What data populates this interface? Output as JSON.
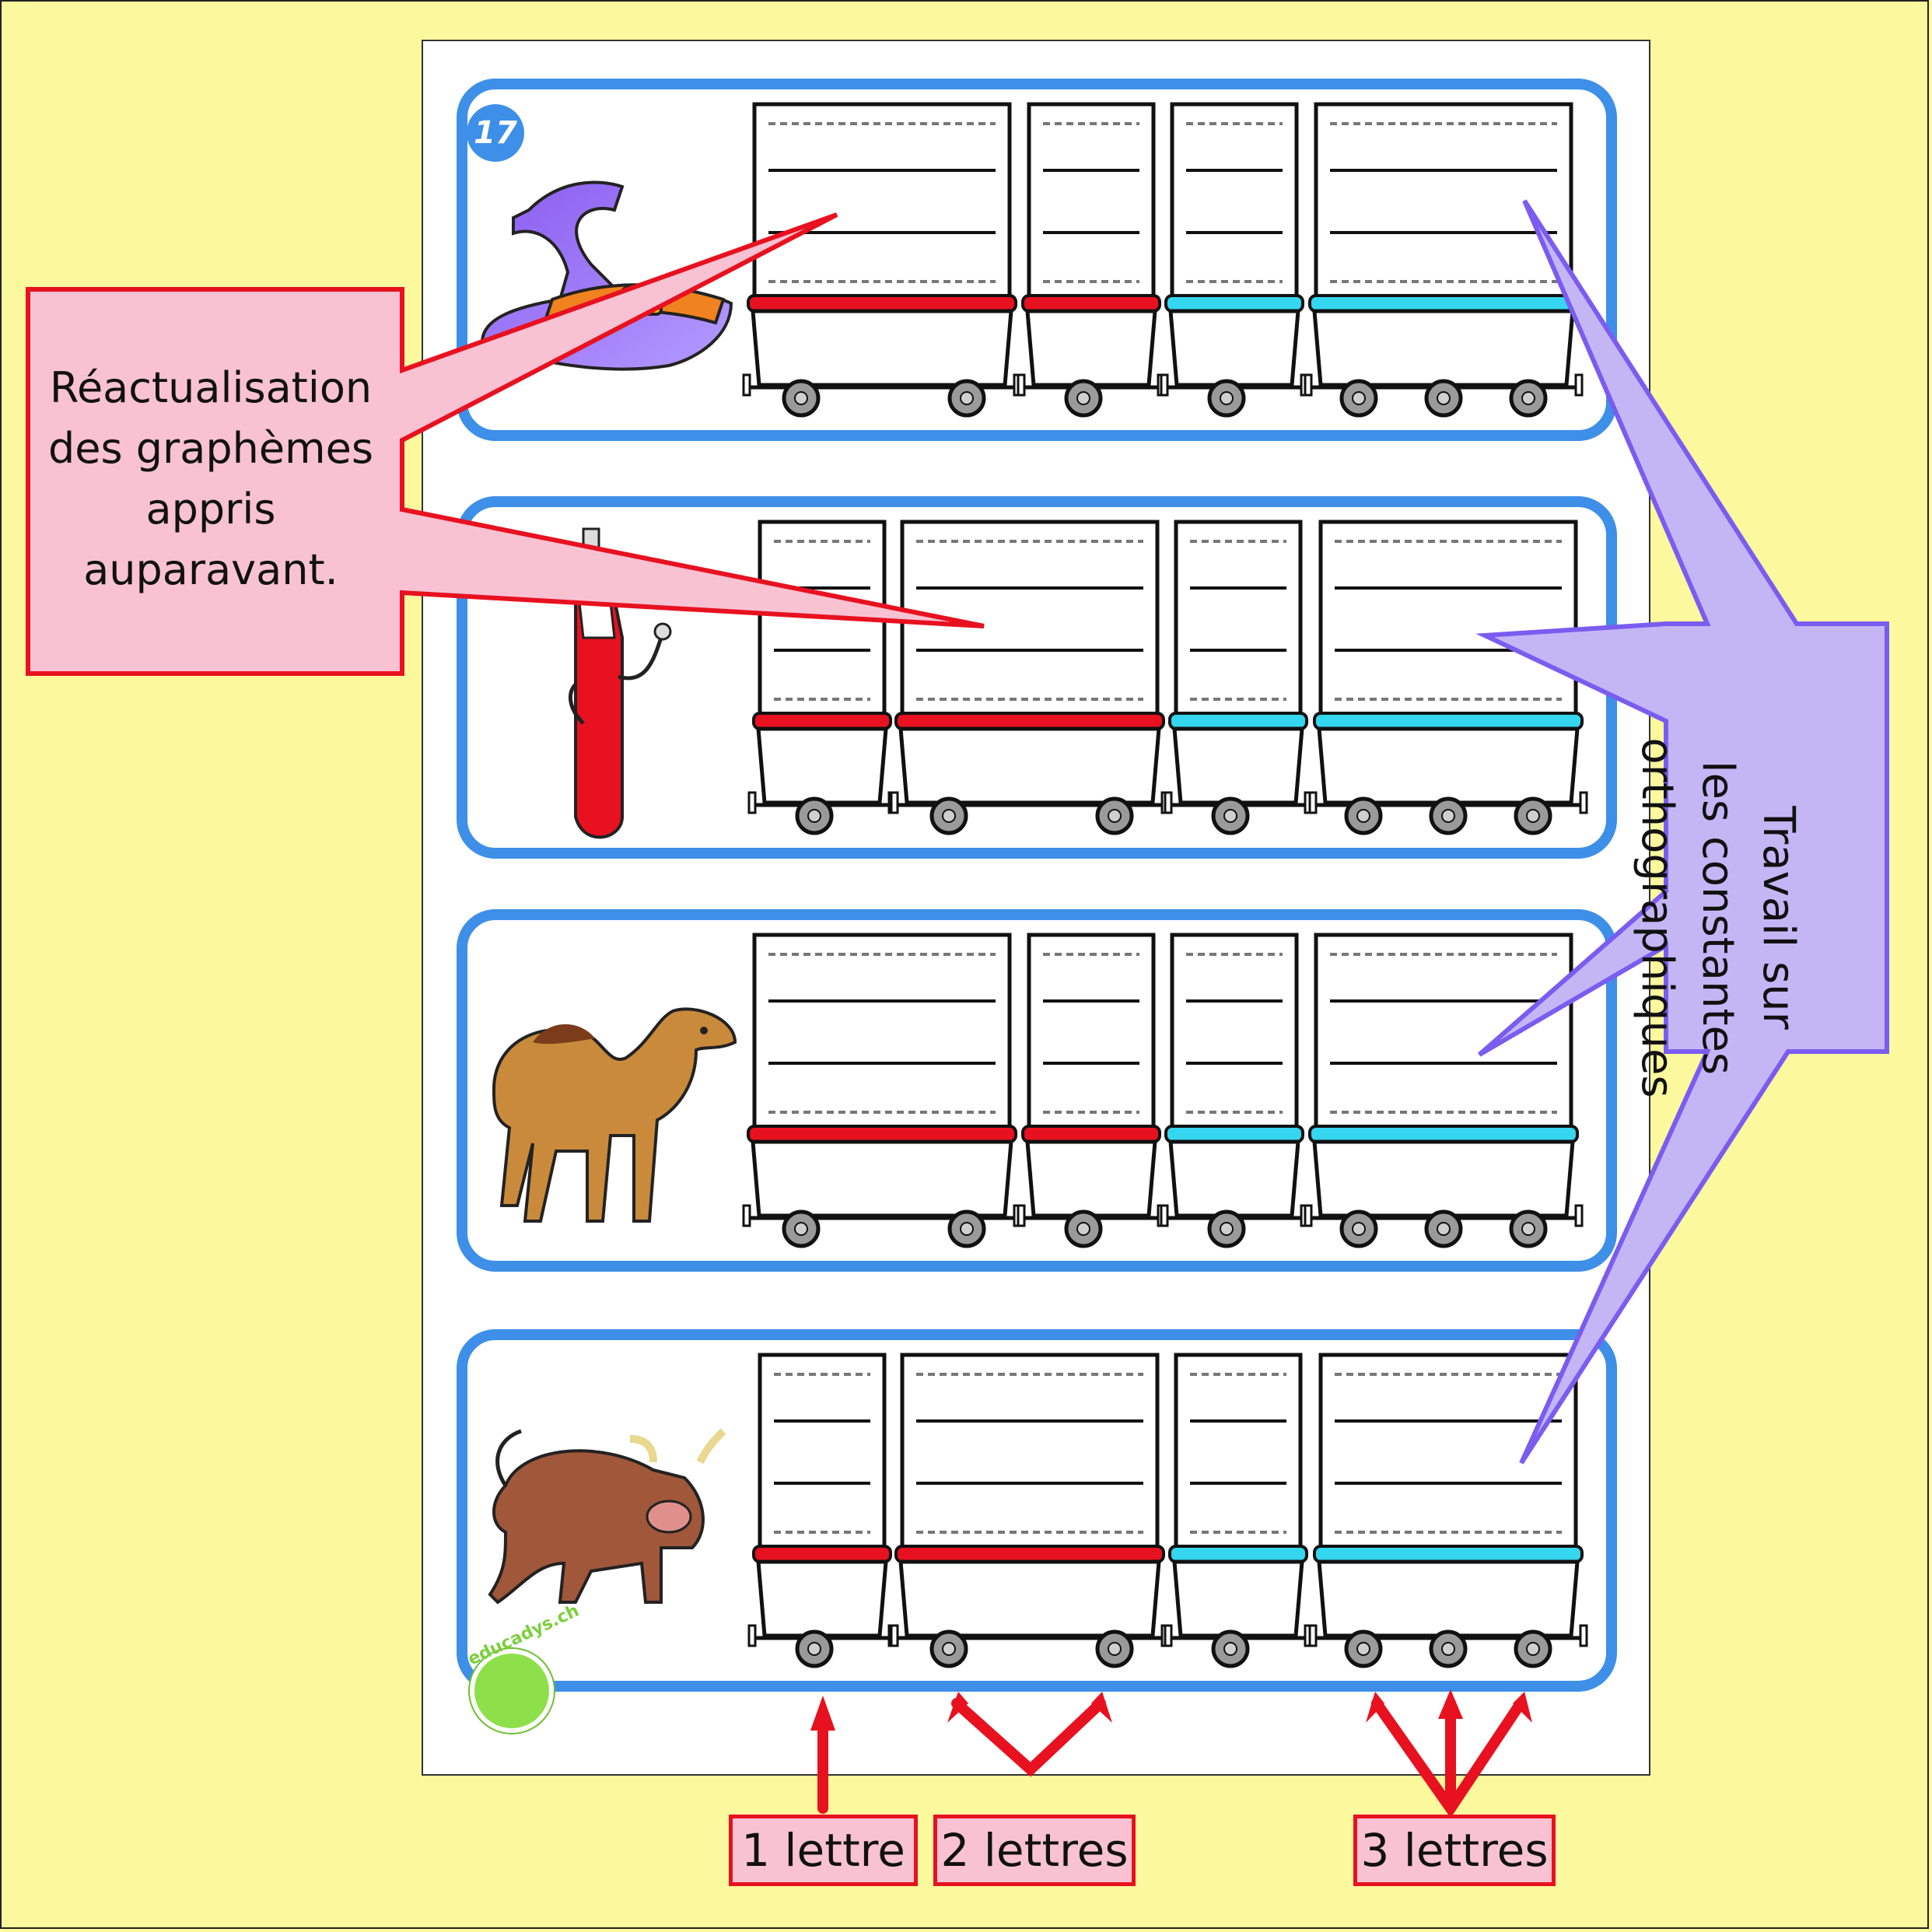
{
  "card_number": "17",
  "callout_left": {
    "lines": [
      "Réactualisation",
      "des graphèmes",
      "appris",
      "auparavant."
    ]
  },
  "callout_right": {
    "lines": [
      "Travail sur",
      "les constantes",
      "orthographiques"
    ]
  },
  "labels": {
    "one": "1 lettre",
    "two": "2 lettres",
    "three": "3 lettres"
  },
  "logo_text": "educadys.ch",
  "cards": [
    {
      "picture": "witch-hat-icon",
      "wagons": [
        "wide-red",
        "narrow-red",
        "narrow-cyan",
        "wide-cyan"
      ]
    },
    {
      "picture": "toothpaste-icon",
      "wagons": [
        "narrow-red",
        "wide-red",
        "narrow-cyan",
        "wide-cyan"
      ]
    },
    {
      "picture": "camel-icon",
      "wagons": [
        "wide-red",
        "narrow-red",
        "narrow-cyan",
        "wide-cyan"
      ]
    },
    {
      "picture": "bull-icon",
      "wagons": [
        "narrow-red",
        "wide-red",
        "narrow-cyan",
        "wide-cyan"
      ]
    }
  ],
  "colors": {
    "background": "#fbf89e",
    "card_border": "#3d8fe8",
    "red_bar": "#e8111f",
    "cyan_bar": "#35d6ef",
    "pink_callout": "#f9c2d3",
    "purple_callout": "#c4b6f5",
    "purple_border": "#7a5cf0"
  }
}
